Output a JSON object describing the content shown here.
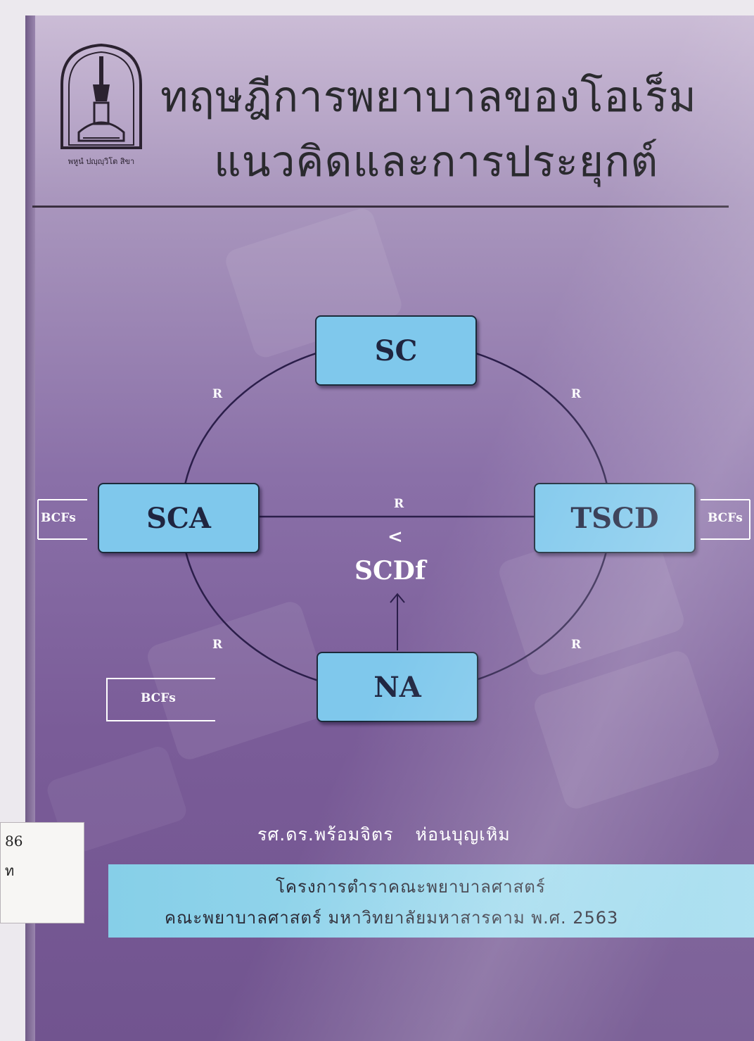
{
  "cover": {
    "logo_text": "พหูนํ ปญฺญฺวิโต สิขา",
    "title_line1": "ทฤษฎีการพยาบาลของโอเร็ม",
    "title_line2": "แนวคิดและการประยุกต์",
    "author": "รศ.ดร.พร้อมจิตร ห่อนบุญเหิม",
    "publisher_line1": "โครงการตำราคณะพยาบาลศาสตร์",
    "publisher_line2": "คณะพยาบาลศาสตร์ มหาวิทยาลัยมหาสารคาม พ.ศ. 2563"
  },
  "diagram": {
    "nodes": {
      "top": "SC",
      "left": "SCA",
      "right": "TSCD",
      "bottom": "NA"
    },
    "center_label": "SCDf",
    "comparison_symbol": "<",
    "relation_label": "R",
    "bcfs_label": "BCFs"
  },
  "sticker": {
    "line1": "86",
    "line2": "ท"
  },
  "colors": {
    "cover_purple": "#8a70a8",
    "node_fill": "#7fc8ec",
    "band_fill": "#86cfe8"
  }
}
